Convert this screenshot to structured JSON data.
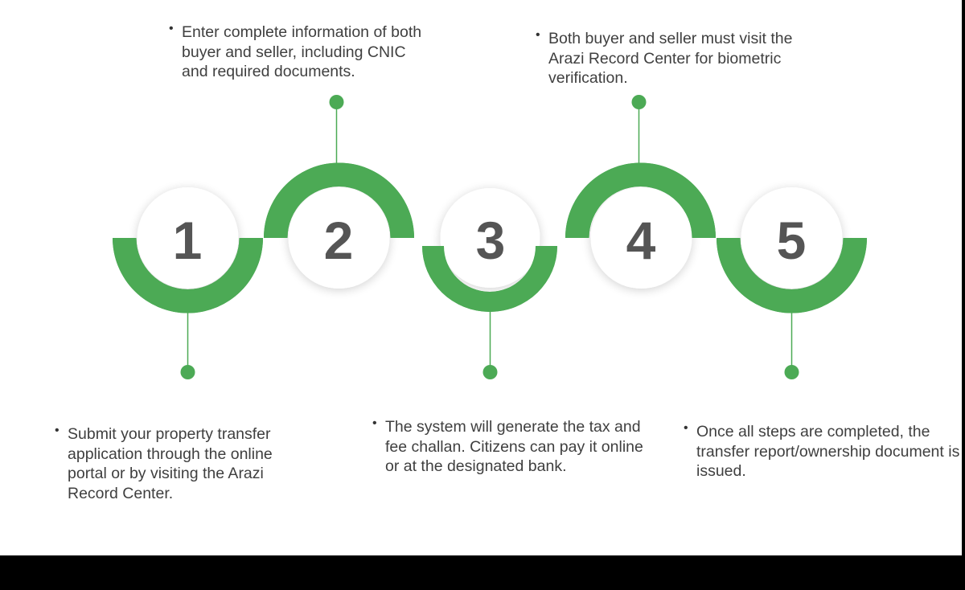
{
  "diagram": {
    "title": "",
    "accent_color": "#4caa55",
    "number_color": "#555555",
    "steps": [
      {
        "number": "1",
        "description": "Submit your property transfer application through the online portal or by visiting the Arazi Record Center.",
        "description_position": "below"
      },
      {
        "number": "2",
        "description": "Enter complete information of both buyer and seller, including CNIC and required documents.",
        "description_position": "above"
      },
      {
        "number": "3",
        "description": "The system will generate the tax and fee challan. Citizens can pay it online or at the designated bank.",
        "description_position": "below"
      },
      {
        "number": "4",
        "description": "Both buyer and seller must visit the Arazi Record Center for biometric verification.",
        "description_position": "above"
      },
      {
        "number": "5",
        "description": "Once all steps are completed, the transfer report/ownership document is issued.",
        "description_position": "below"
      }
    ],
    "bullet_glyph": "•"
  }
}
